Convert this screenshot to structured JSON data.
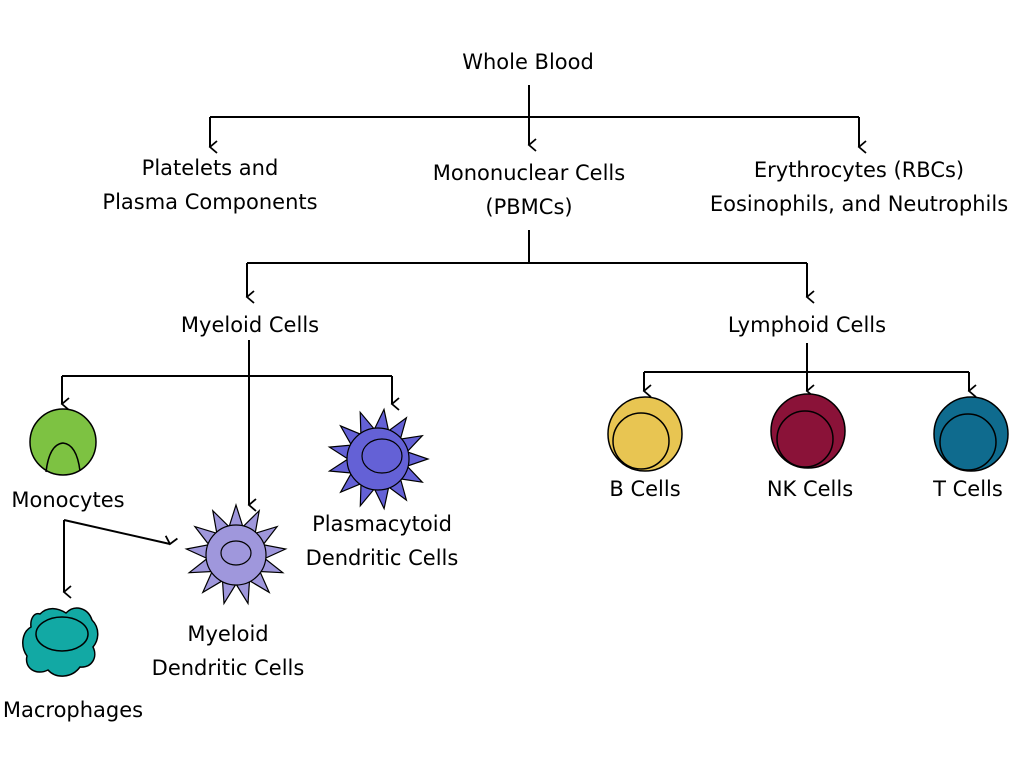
{
  "nodes": {
    "whole_blood": {
      "lines": [
        "Whole Blood"
      ]
    },
    "platelets": {
      "lines": [
        "Platelets and",
        "Plasma Components"
      ]
    },
    "pbmc": {
      "lines": [
        "Mononuclear Cells",
        "(PBMCs)"
      ]
    },
    "erythrocytes": {
      "lines": [
        "Erythrocytes (RBCs)",
        "Eosinophils, and Neutrophils"
      ]
    },
    "myeloid": {
      "lines": [
        "Myeloid Cells"
      ]
    },
    "lymphoid": {
      "lines": [
        "Lymphoid Cells"
      ]
    },
    "monocytes": {
      "lines": [
        "Monocytes"
      ]
    },
    "macrophages": {
      "lines": [
        "Macrophages"
      ]
    },
    "myeloid_dc": {
      "lines": [
        "Myeloid",
        "Dendritic Cells"
      ]
    },
    "plasmacytoid_dc": {
      "lines": [
        "Plasmacytoid",
        "Dendritic Cells"
      ]
    },
    "b_cells": {
      "lines": [
        "B Cells"
      ]
    },
    "nk_cells": {
      "lines": [
        "NK Cells"
      ]
    },
    "t_cells": {
      "lines": [
        "T Cells"
      ]
    }
  },
  "colors": {
    "monocyte": "#7dc242",
    "macrophage": "#12a9a4",
    "myeloid_dc": "#9f97dc",
    "plasmacytoid_dc": "#6461d6",
    "b_cell": "#e8c552",
    "nk_cell": "#8a1238",
    "t_cell": "#0f6b8e"
  }
}
